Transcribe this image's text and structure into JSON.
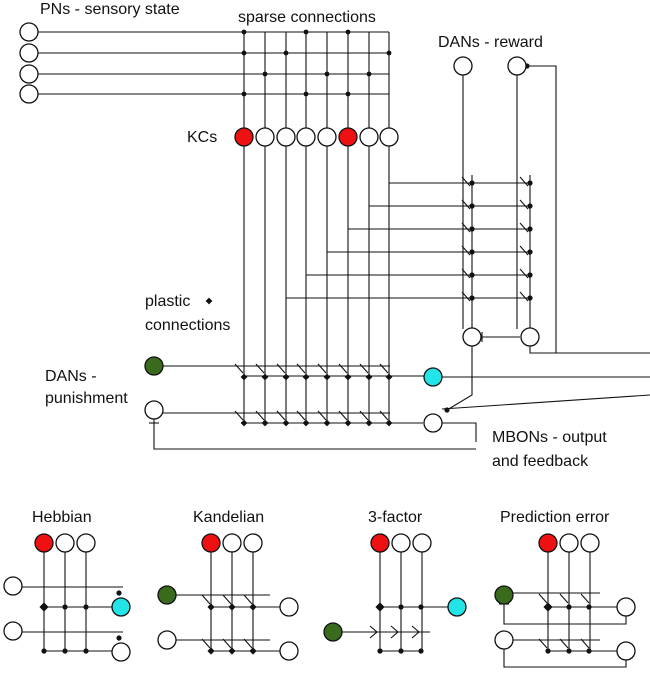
{
  "labels": {
    "pns": "PNs - sensory state",
    "sparse": "sparse connections",
    "dans_reward": "DANs - reward",
    "kcs": "KCs",
    "plastic_1": "plastic",
    "plastic_2": "connections",
    "dans_pun_1": "DANs -",
    "dans_pun_2": "punishment",
    "mbons_1": "MBONs - output",
    "mbons_2": "and feedback"
  },
  "panels": {
    "hebbian": "Hebbian",
    "kandelian": "Kandelian",
    "three_factor": "3-factor",
    "prediction_error": "Prediction error"
  },
  "colors": {
    "kc_active": "#ee1111",
    "dan_punishment": "#3a6b1c",
    "mbon_active": "#22e5e8",
    "neutral": "#ffffff",
    "ink": "#111111"
  }
}
